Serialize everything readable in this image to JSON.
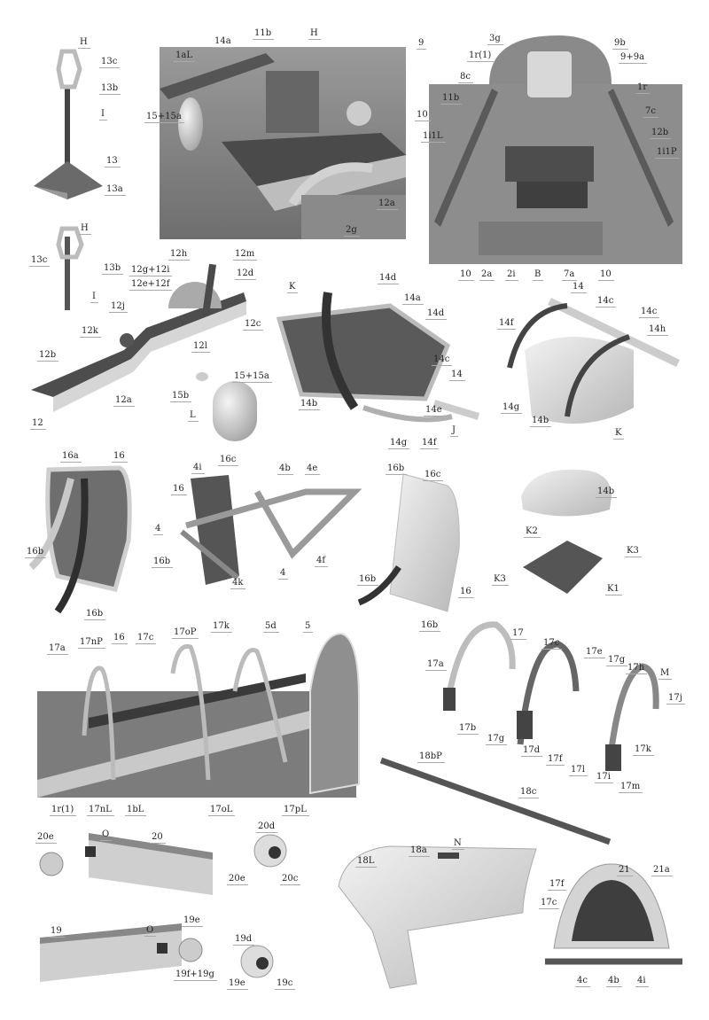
{
  "colors": {
    "dark_part": "#3c3c3c",
    "mid_part": "#7a7a7a",
    "light_part": "#cfcfcf",
    "label_line": "#aaaaaa"
  },
  "groups": {
    "stick_13": [
      "H",
      "13c",
      "13b",
      "I",
      "13",
      "13a"
    ],
    "cockpit_side_view": [
      "1aL",
      "14a",
      "11b",
      "H",
      "9",
      "15+15a",
      "10",
      "12a",
      "2g"
    ],
    "cockpit_front_view": [
      "3g",
      "9b",
      "9+9a",
      "1r(1)",
      "8c",
      "1r",
      "11b",
      "7c",
      "1i1L",
      "12b",
      "1i1P",
      "10",
      "2a",
      "2i",
      "B",
      "7a",
      "10"
    ],
    "rail_12": [
      "H",
      "13c",
      "13b",
      "I",
      "12h",
      "12m",
      "12g+12i",
      "12d",
      "12e+12f",
      "12j",
      "12c",
      "12k",
      "12l",
      "12b",
      "15+15a",
      "15b",
      "12a",
      "L",
      "12"
    ],
    "seat_pan_14": [
      "K",
      "14d",
      "14a",
      "14d",
      "14c",
      "14b",
      "14",
      "14e",
      "J",
      "14g",
      "14f"
    ],
    "seat_14": [
      "14",
      "14c",
      "14c",
      "14f",
      "14h",
      "14g",
      "14b",
      "K"
    ],
    "backrest_16": [
      "16a",
      "16",
      "16b",
      "16b"
    ],
    "frame_4": [
      "16c",
      "4i",
      "4b",
      "4e",
      "16",
      "4",
      "16b",
      "4k",
      "4",
      "4f"
    ],
    "plate_16": [
      "16b",
      "16c",
      "16b",
      "16",
      "16b"
    ],
    "cushion_k": [
      "14b",
      "K2",
      "K3",
      "K3",
      "K1"
    ],
    "fuselage": [
      "17a",
      "17nP",
      "16",
      "17c",
      "17oP",
      "17k",
      "5d",
      "5",
      "1r(1)",
      "17nL",
      "1bL",
      "17oL",
      "17pL"
    ],
    "hoops_17": [
      "17",
      "17c",
      "17e",
      "17g",
      "17h",
      "M",
      "17j",
      "17a",
      "17b",
      "17g",
      "17d",
      "17f",
      "17l",
      "17i",
      "17m",
      "17k"
    ],
    "panel_18": [
      "18bP",
      "18c",
      "18L",
      "18a",
      "N"
    ],
    "part_20": [
      "20e",
      "O",
      "20",
      "20d",
      "20e",
      "20c"
    ],
    "part_19": [
      "19",
      "O",
      "19e",
      "19f+19g",
      "19d",
      "19e",
      "19c"
    ],
    "bulkhead_21": [
      "21",
      "21a",
      "17f",
      "17c",
      "4c",
      "4b",
      "4i"
    ]
  }
}
